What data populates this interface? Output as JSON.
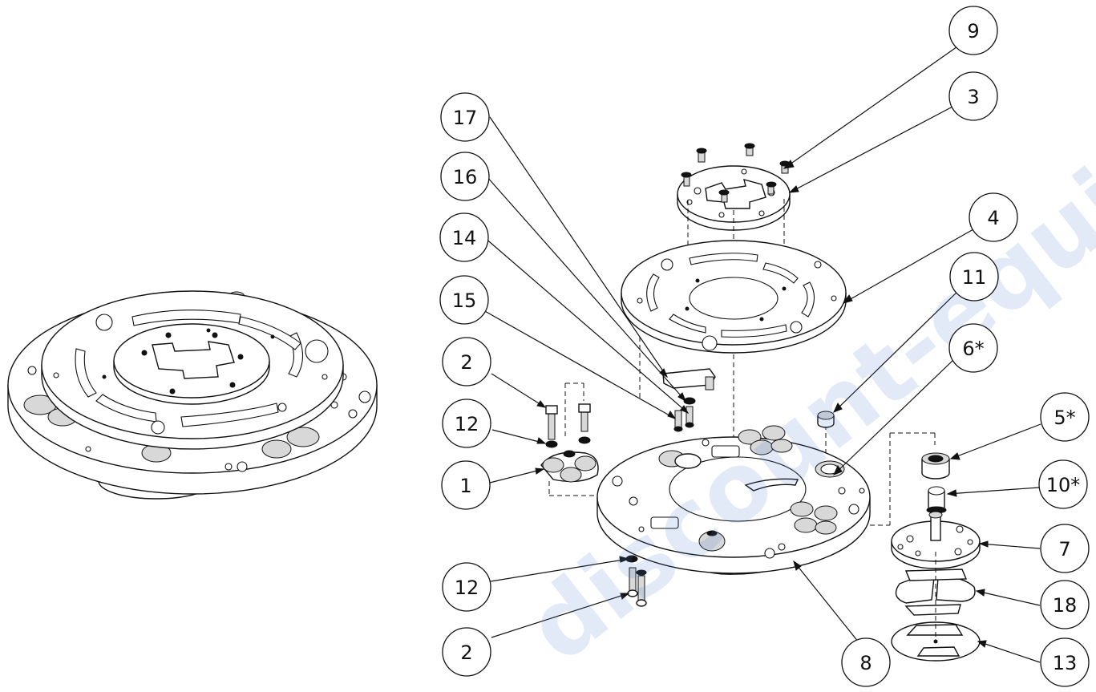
{
  "callouts": [
    {
      "id": "c9",
      "label": "9"
    },
    {
      "id": "c3",
      "label": "3"
    },
    {
      "id": "c17",
      "label": "17"
    },
    {
      "id": "c16",
      "label": "16"
    },
    {
      "id": "c4",
      "label": "4"
    },
    {
      "id": "c14",
      "label": "14"
    },
    {
      "id": "c11",
      "label": "11"
    },
    {
      "id": "c15",
      "label": "15"
    },
    {
      "id": "c6",
      "label": "6*"
    },
    {
      "id": "c2a",
      "label": "2"
    },
    {
      "id": "c5",
      "label": "5*"
    },
    {
      "id": "c12a",
      "label": "12"
    },
    {
      "id": "c10",
      "label": "10*"
    },
    {
      "id": "c1",
      "label": "1"
    },
    {
      "id": "c7",
      "label": "7"
    },
    {
      "id": "c12b",
      "label": "12"
    },
    {
      "id": "c18",
      "label": "18"
    },
    {
      "id": "c2b",
      "label": "2"
    },
    {
      "id": "c8",
      "label": "8"
    },
    {
      "id": "c13",
      "label": "13"
    }
  ],
  "watermark": {
    "text": "discount-equipment.com",
    "color": "#4a7bd1"
  }
}
